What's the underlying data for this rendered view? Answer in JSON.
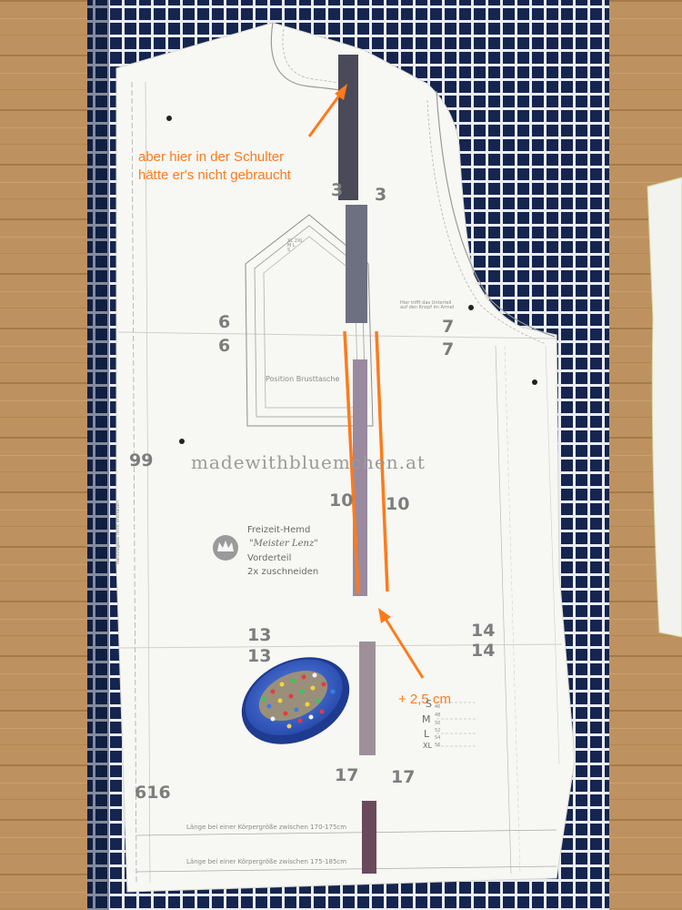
{
  "annotations": {
    "shoulder_line1": "aber hier in der Schulter",
    "shoulder_line2": "hätte er's nicht gebraucht",
    "addition": "+ 2,5 cm"
  },
  "watermark": "madewithbluemchen.at",
  "pattern": {
    "title": "Freizeit-Hemd",
    "subtitle": "\"Meister Lenz\"",
    "piece": "Vorderteil",
    "instruction": "2x zuschneiden",
    "pocket_label": "Position Brusttasche",
    "length_note_1": "Länge bei einer Körpergröße zwischen 170-175cm",
    "length_note_2": "Länge bei einer Körpergröße zwischen 175-185cm",
    "sizes": [
      "S",
      "M",
      "L",
      "XL"
    ],
    "size_numbers": [
      "46",
      "48",
      "50",
      "52",
      "54",
      "56"
    ],
    "notch_note": "Hier trifft das Unterteil auf den Knopf im Armel",
    "pocket_sizes": "XL 2XL\nM L\nS",
    "seam_note": "Nahtzugabe nicht enthalten"
  },
  "marks": {
    "m3a": "3",
    "m3b": "3",
    "m6a": "6",
    "m6b": "6",
    "m7a": "7",
    "m7b": "7",
    "m9": "99",
    "m10a": "10",
    "m10b": "10",
    "m13a": "13",
    "m13b": "13",
    "m14a": "14",
    "m14b": "14",
    "m16": "616",
    "m17a": "17",
    "m17b": "17"
  },
  "colors": {
    "annotation": "#ff7a1a",
    "wood": "#b98d5c",
    "fabric": "#14244f",
    "paper": "#f7f7f3",
    "pincushion": "#3a5fc9"
  }
}
